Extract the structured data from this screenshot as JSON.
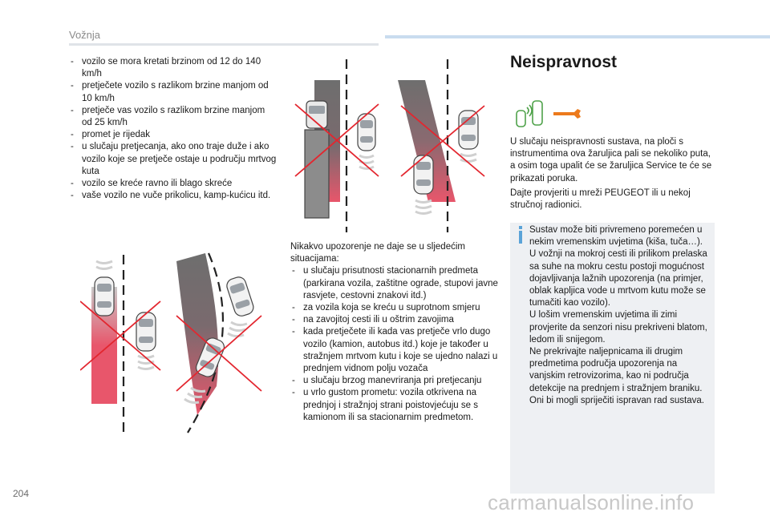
{
  "header": {
    "section": "Vožnja"
  },
  "col1": {
    "items": [
      "vozilo se mora kretati brzinom od 12 do 140 km/h",
      "pretječete vozilo s razlikom brzine manjom od 10 km/h",
      "pretječe vas vozilo s razlikom brzine manjom od 25 km/h",
      "promet je rijedak",
      "u slučaju pretjecanja, ako ono traje duže i ako vozilo koje se pretječe ostaje u području mrtvog kuta",
      "vozilo se kreće ravno ili blago skreće",
      "vaše vozilo ne vuče prikolicu, kamp-kućicu itd."
    ]
  },
  "col2": {
    "intro": "Nikakvo upozorenje ne daje se u sljedećim situacijama:",
    "items": [
      "u slučaju prisutnosti stacionarnih predmeta (parkirana vozila, zaštitne ograde, stupovi javne rasvjete, cestovni znakovi itd.)",
      "za vozila koja se kreću u suprotnom smjeru",
      "na zavojitoj cesti ili u oštrim zavojima",
      "kada pretječete ili kada vas pretječe vrlo dugo vozilo (kamion, autobus itd.) koje je također u stražnjem mrtvom kutu i koje se ujedno nalazi u prednjem vidnom polju vozača",
      "u slučaju brzog manevriranja pri pretjecanju",
      "u vrlo gustom prometu: vozila otkrivena na prednjoj i stražnjoj strani poistovjećuju se s kamionom ili sa stacionarnim predmetom."
    ]
  },
  "right": {
    "title": "Neispravnost",
    "p1": "U slučaju neispravnosti sustava, na ploči s instrumentima ova žaruljica pali se nekoliko puta, a osim toga upalit će se žaruljica Service te će se prikazati poruka.",
    "p2": "Dajte provjeriti u mreži PEUGEOT ili u nekoj stručnoj radionici.",
    "note": [
      "Sustav može biti privremeno poremećen u nekim vremenskim uvjetima (kiša, tuča…).",
      "U vožnji na mokroj cesti ili prilikom prelaska sa suhe na mokru cestu postoji mogućnost dojavljivanja lažnih upozorenja (na primjer, oblak kapljica vode u mrtvom kutu može se tumačiti kao vozilo).",
      "U lošim vremenskim uvjetima ili zimi provjerite da senzori nisu prekriveni blatom, ledom ili snijegom.",
      "Ne prekrivajte naljepnicama ili drugim predmetima područja upozorenja na vanjskim retrovizorima, kao ni područja detekcije na prednjem i stražnjem braniku. Oni bi mogli spriječiti ispravan rad sustava."
    ]
  },
  "footer": {
    "page": "204",
    "watermark": "carmanualsonline.info"
  },
  "colors": {
    "zone_red": "#e8566b",
    "zone_grey": "#6e6e6e",
    "cross_red": "#e3262f",
    "warning_green": "#4fa24a",
    "service_orange": "#ec7a1c",
    "info_blue": "#5aa3d8"
  },
  "icons": [
    "blind-spot-warning-icon",
    "service-wrench-icon",
    "info-icon"
  ]
}
